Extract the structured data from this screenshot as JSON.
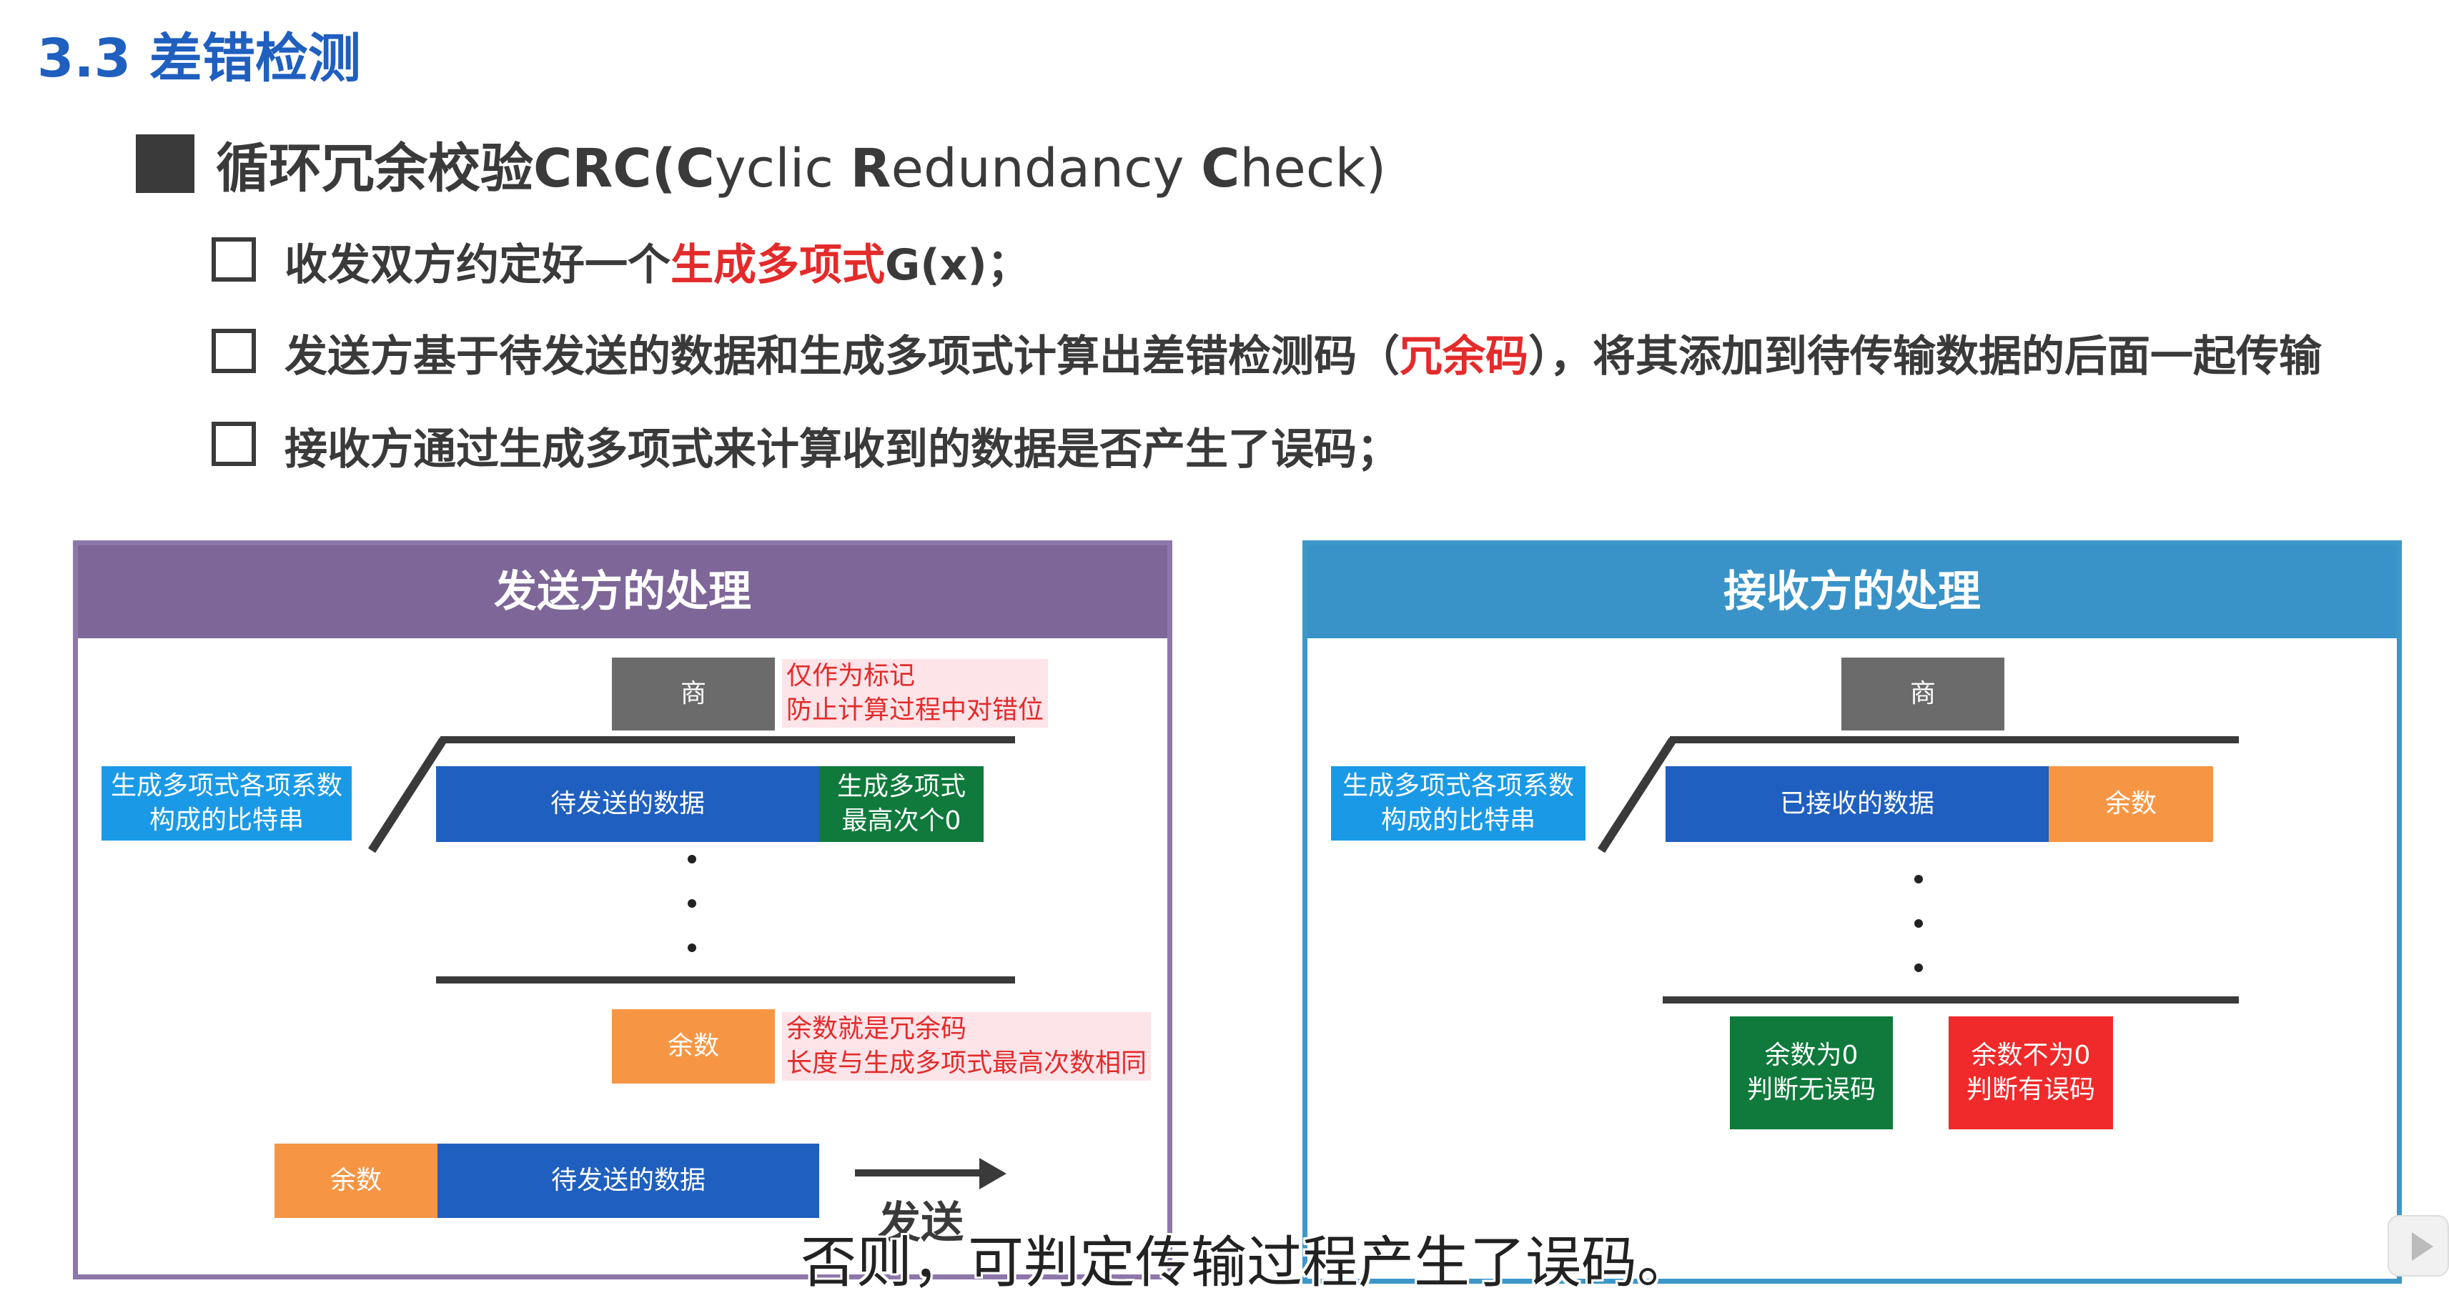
{
  "slide": {
    "title": "3.3 差错检测",
    "heading": {
      "prefix": "循环冗余校验CRC(",
      "C1": "C",
      "yclic": "yclic ",
      "R": "R",
      "edundancy": "edundancy ",
      "C2": "C",
      "heck": "heck)"
    },
    "bullets": [
      {
        "pre": "收发双方约定好一个",
        "hl": "生成多项式",
        "post": "G(x)；"
      },
      {
        "pre": "发送方基于待发送的数据和生成多项式计算出差错检测码（",
        "hl": "冗余码",
        "post": "），将其添加到待传输数据的后面一起传输"
      },
      {
        "pre": "接收方通过生成多项式来计算收到的数据是否产生了误码；",
        "hl": "",
        "post": ""
      }
    ]
  },
  "sender": {
    "header": "发送方的处理",
    "quotient": "商",
    "note_quotient": [
      "仅作为标记",
      "防止计算过程中对错位"
    ],
    "divisor": [
      "生成多项式各项系数",
      "构成的比特串"
    ],
    "data": "待发送的数据",
    "zeros": [
      "生成多项式",
      "最高次个0"
    ],
    "remainder": "余数",
    "note_remainder": [
      "余数就是冗余码",
      "长度与生成多项式最高次数相同"
    ],
    "frame_remainder": "余数",
    "frame_data": "待发送的数据",
    "send_label": "发送"
  },
  "receiver": {
    "header": "接收方的处理",
    "quotient": "商",
    "divisor": [
      "生成多项式各项系数",
      "构成的比特串"
    ],
    "data": "已接收的数据",
    "remainder": "余数",
    "ok": [
      "余数为0",
      "判断无误码"
    ],
    "err": [
      "余数不为0",
      "判断有误码"
    ]
  },
  "caption": "否则，可判定传输过程产生了误码。",
  "colors": {
    "title": "#1f5fbf",
    "sender_header": "#7e6698",
    "receiver_header": "#3993c8",
    "highlight": "#e32b2b"
  }
}
